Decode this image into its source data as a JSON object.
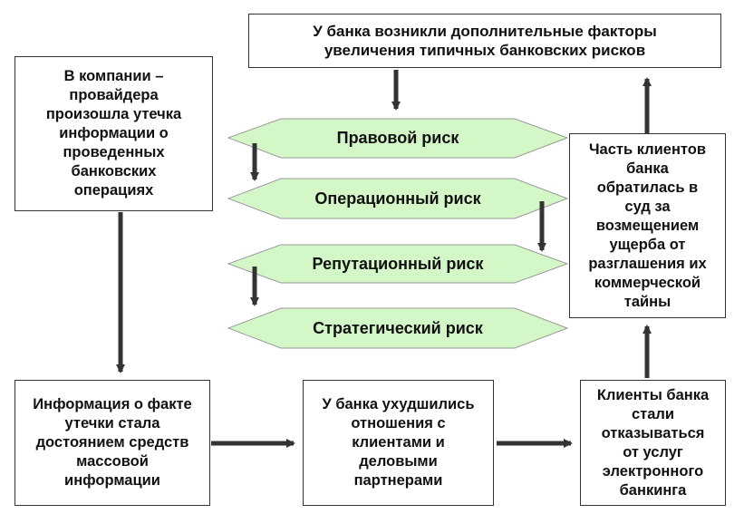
{
  "boxes": {
    "bank_factors": "У банка возникли дополнительные факторы\nувеличения типичных банковских рисков",
    "provider_leak": "В компании –\nпровайдера\nпроизошла утечка\nинформации о\nпроведенных\nбанковских\nоперациях",
    "media": "Информация о факте\nутечки стала\nдостоянием средств\nмассовой\nинформации",
    "relations": "У банка ухудшились\nотношения с\nклиентами и\nделовыми\nпартнерами",
    "clients_refuse": "Клиенты банка\nстали\nотказываться\nот услуг\nэлектронного\nбанкинга",
    "court": "Часть клиентов\nбанка\nобратилась в\nсуд за\nвозмещением\nущерба от\nразглашения их\nкоммерческой\nтайны"
  },
  "risks": [
    "Правовой риск",
    "Операционный риск",
    "Репутационный риск",
    "Стратегический риск"
  ],
  "colors": {
    "hex_fill": "#d4f7c8",
    "hex_stroke": "#999999",
    "arrow": "#333333",
    "box_border": "#333333"
  }
}
